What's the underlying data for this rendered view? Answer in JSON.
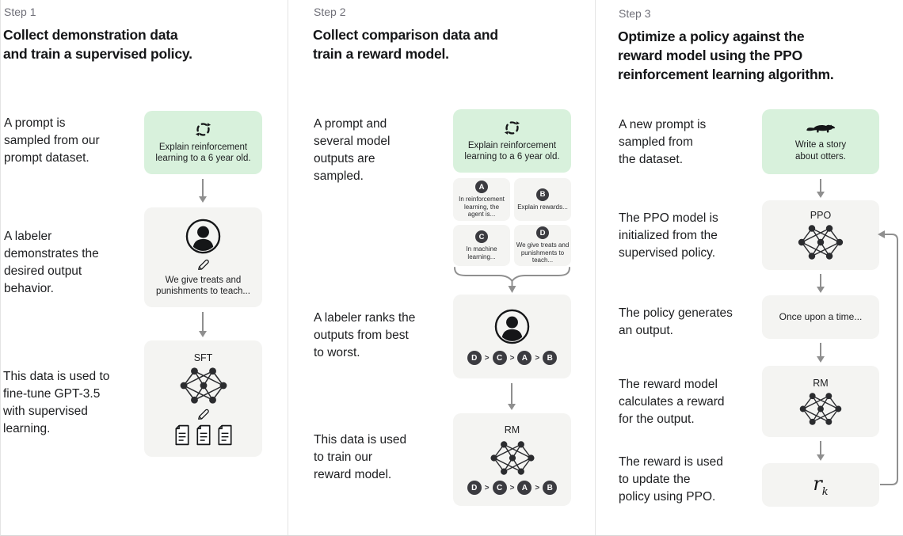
{
  "colors": {
    "prompt_box_green": "#d8f1dc",
    "node_box_gray": "#f4f4f2",
    "badge_dark": "#3b3b40",
    "arrow_gray": "#8f8f8f",
    "divider_gray": "#e4e4e4"
  },
  "step1": {
    "label": "Step 1",
    "title": "Collect demonstration data\nand train a supervised policy.",
    "caption_prompt": "A prompt is\nsampled from our\nprompt dataset.",
    "caption_labeler": "A labeler\ndemonstrates the\ndesired output\nbehavior.",
    "caption_finetune": "This data is used to\nfine-tune GPT-3.5\nwith supervised\nlearning.",
    "prompt_box": {
      "icon": "refresh-icon",
      "text": "Explain reinforcement\nlearning to a 6 year old."
    },
    "labeler_box": {
      "icon": "labeler-icon",
      "text": "We give treats and\npunishments to teach..."
    },
    "sft_box": {
      "model_label": "SFT"
    }
  },
  "step2": {
    "label": "Step 2",
    "title": "Collect comparison data and\ntrain a reward model.",
    "caption_sample": "A prompt and\nseveral model\noutputs are\nsampled.",
    "caption_rank": "A labeler ranks the\noutputs from best\nto worst.",
    "caption_train": "This data is used\nto train our\nreward model.",
    "prompt_box": {
      "icon": "refresh-icon",
      "text": "Explain reinforcement\nlearning to a 6 year old."
    },
    "outputs": [
      {
        "id": "A",
        "text": "In reinforcement\nlearning, the\nagent is..."
      },
      {
        "id": "B",
        "text": "Explain rewards..."
      },
      {
        "id": "C",
        "text": "In machine\nlearning..."
      },
      {
        "id": "D",
        "text": "We give treats and\npunishments to\nteach..."
      }
    ],
    "ranking": {
      "items": [
        "D",
        "C",
        "A",
        "B"
      ],
      "separator": ">"
    },
    "rm_box": {
      "model_label": "RM"
    }
  },
  "step3": {
    "label": "Step 3",
    "title": "Optimize a policy against the\nreward model using the PPO\nreinforcement learning algorithm.",
    "caption_prompt": "A new prompt is\nsampled from\nthe dataset.",
    "caption_init": "The PPO model is\ninitialized from the\nsupervised policy.",
    "caption_output": "The policy generates\nan output.",
    "caption_reward": "The reward model\ncalculates a reward\nfor the output.",
    "caption_update": "The reward is used\nto update the\npolicy using PPO.",
    "prompt_box": {
      "icon": "otter-icon",
      "text": "Write a story\nabout otters."
    },
    "ppo_box": {
      "model_label": "PPO"
    },
    "output_box": {
      "text": "Once upon a time..."
    },
    "rm_box": {
      "model_label": "RM"
    },
    "reward_box": {
      "base": "r",
      "subscript": "k"
    }
  }
}
